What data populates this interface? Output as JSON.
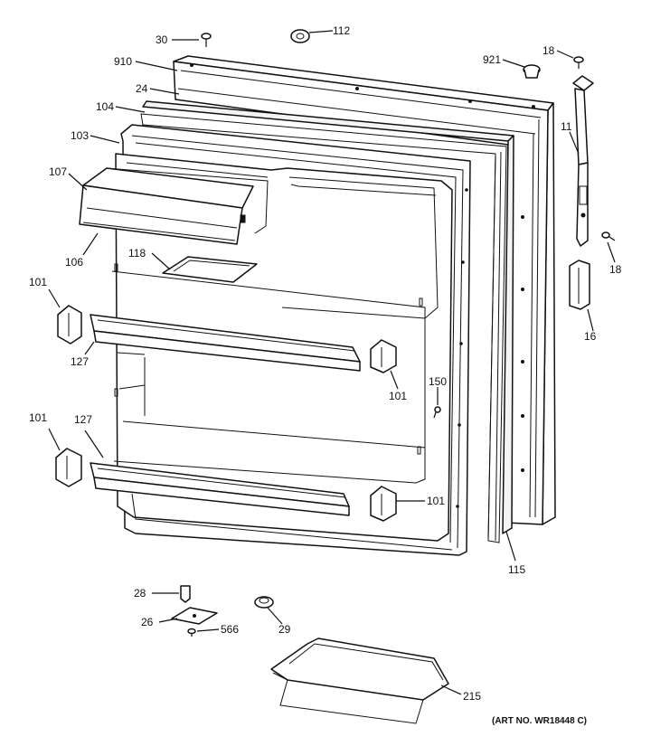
{
  "diagram": {
    "callouts": {
      "c30": "30",
      "c112": "112",
      "c18a": "18",
      "c921": "921",
      "c910": "910",
      "c24": "24",
      "c104": "104",
      "c103": "103",
      "c107": "107",
      "c106": "106",
      "c118": "118",
      "c11": "11",
      "c18b": "18",
      "c16": "16",
      "c101a": "101",
      "c127a": "127",
      "c101b": "101",
      "c150": "150",
      "c101c": "101",
      "c127b": "127",
      "c101d": "101",
      "c115": "115",
      "c28": "28",
      "c26": "26",
      "c566": "566",
      "c29": "29",
      "c215": "215"
    },
    "art_number": "(ART NO. WR18448 C)"
  }
}
